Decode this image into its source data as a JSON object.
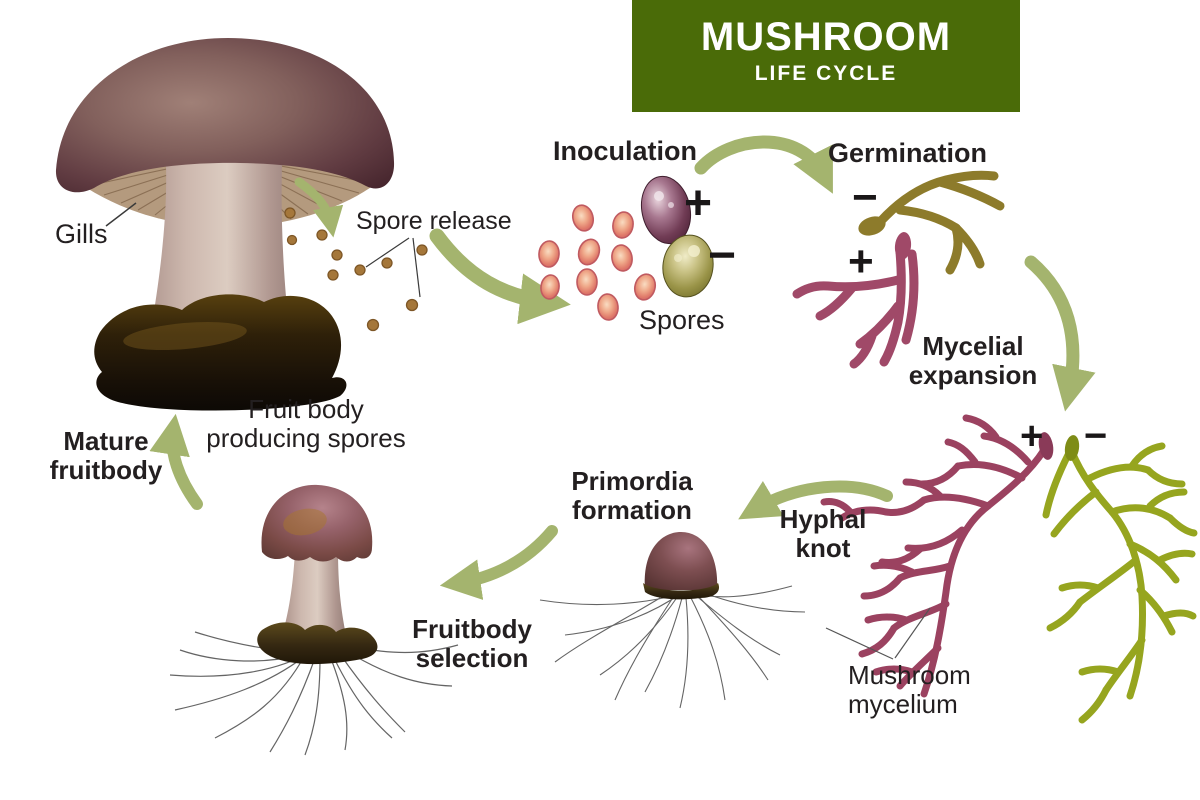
{
  "banner": {
    "title": "MUSHROOM",
    "subtitle": "LIFE CYCLE"
  },
  "labels": {
    "gills": "Gills",
    "spore_release": "Spore release",
    "inoculation": "Inoculation",
    "spores": "Spores",
    "germination": "Germination",
    "mycelial_expansion": [
      "Mycelial",
      "expansion"
    ],
    "mushroom_mycelium": [
      "Mushroom",
      "mycelium"
    ],
    "hyphal_knot": [
      "Hyphal",
      "knot"
    ],
    "primordia_formation": [
      "Primordia",
      "formation"
    ],
    "fruitbody_selection": [
      "Fruitbody",
      "selection"
    ],
    "mature_fruitbody": [
      "Mature",
      "fruitbody"
    ],
    "fruit_body_producing_spores": [
      "Fruit body",
      "producing spores"
    ]
  },
  "signs": {
    "plus": "+",
    "minus": "−"
  },
  "colors": {
    "banner_green": "#4a6b08",
    "arrow_green": "#a4b46e",
    "mycelium_pink": "#9b4260",
    "mycelium_olive": "#96a51f",
    "germination_olive": "#8d7b2b",
    "germination_pink": "#a04968",
    "spore_pink": "#d56b6e",
    "spore_dot_brown": "#a5773a",
    "text": "#231f20"
  }
}
